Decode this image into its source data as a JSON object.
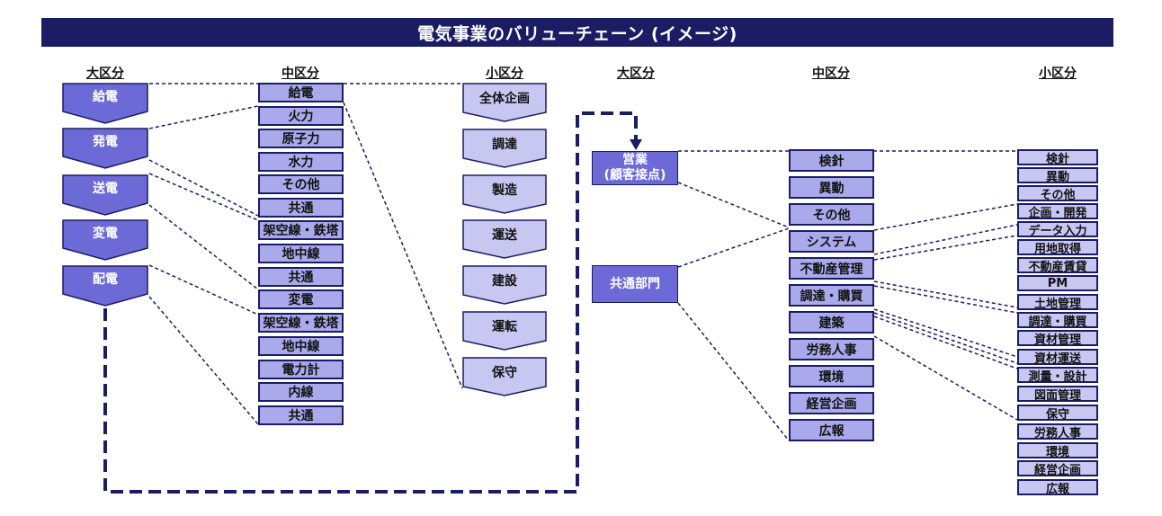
{
  "title": "電気事業のバリューチェーン (イメージ)",
  "headers": {
    "left_major": "大区分",
    "left_mid": "中区分",
    "left_small": "小区分",
    "right_major": "大区分",
    "right_mid": "中区分",
    "right_small": "小区分"
  },
  "left_major": [
    "給電",
    "発電",
    "送電",
    "変電",
    "配電"
  ],
  "left_mid": [
    "給電",
    "火力",
    "原子力",
    "水力",
    "その他",
    "共通",
    "架空線・鉄塔",
    "地中線",
    "共通",
    "変電",
    "架空線・鉄塔",
    "地中線",
    "電力計",
    "内線",
    "共通"
  ],
  "left_small": [
    "全体企画",
    "調達",
    "製造",
    "運送",
    "建設",
    "運転",
    "保守"
  ],
  "right_major": [
    "営業\n(顧客接点)",
    "共通部門"
  ],
  "right_mid": [
    "検針",
    "異動",
    "その他",
    "システム",
    "不動産管理",
    "調達・購買",
    "建築",
    "労務人事",
    "環境",
    "経営企画",
    "広報"
  ],
  "right_small": [
    "検針",
    "異動",
    "その他",
    "企画・開発",
    "データ入力",
    "用地取得",
    "不動産賃貸",
    "PM",
    "土地管理",
    "調達・購買",
    "資材管理",
    "資材運送",
    "測量・設計",
    "図面管理",
    "保守",
    "労務人事",
    "環境",
    "経営企画",
    "広報"
  ],
  "colors": {
    "navy": "#1c1c64",
    "major_fill": "#6c6ad6",
    "mid_fill": "#a9a9ec",
    "small_fill": "#c7c7f2",
    "chevron_fill": "#c7c7f2"
  }
}
